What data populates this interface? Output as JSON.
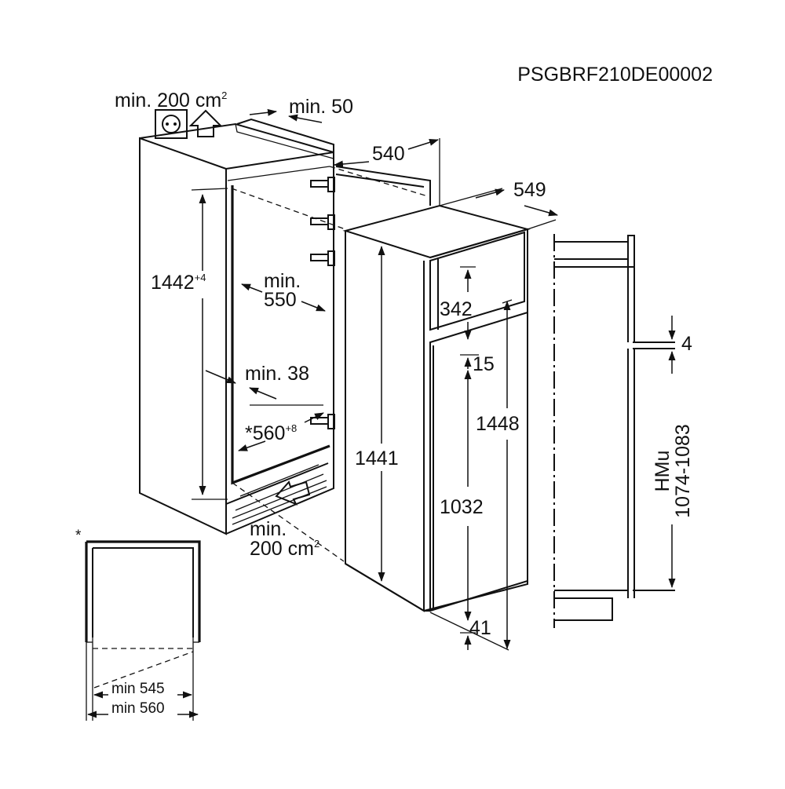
{
  "reference_code": "PSGBRF210DE00002",
  "dimensions": {
    "ventilation_top": "min. 200 cm",
    "ventilation_top_sup": "2",
    "rear_gap": "min. 50",
    "niche_height": "1442",
    "niche_height_tol": "+4",
    "niche_depth_line1": "min.",
    "niche_depth_line2": "550",
    "side_wall": "min. 38",
    "niche_width": "*560",
    "niche_width_tol": "+8",
    "ventilation_bottom_line1": "min.",
    "ventilation_bottom_line2": "200 cm",
    "ventilation_bottom_sup": "2",
    "appliance_width": "540",
    "appliance_depth": "549",
    "freezer_door_height": "342",
    "door_gap": "15",
    "appliance_height": "1448",
    "body_height": "1441",
    "fridge_door_height": "1032",
    "bottom_offset": "41",
    "hinge_gap": "4",
    "door_hmu_label": "HMu",
    "door_hmu_range": "1074-1083",
    "footnote_marker": "*",
    "panel_min_inner": "min 545",
    "panel_min_outer": "min 560"
  }
}
